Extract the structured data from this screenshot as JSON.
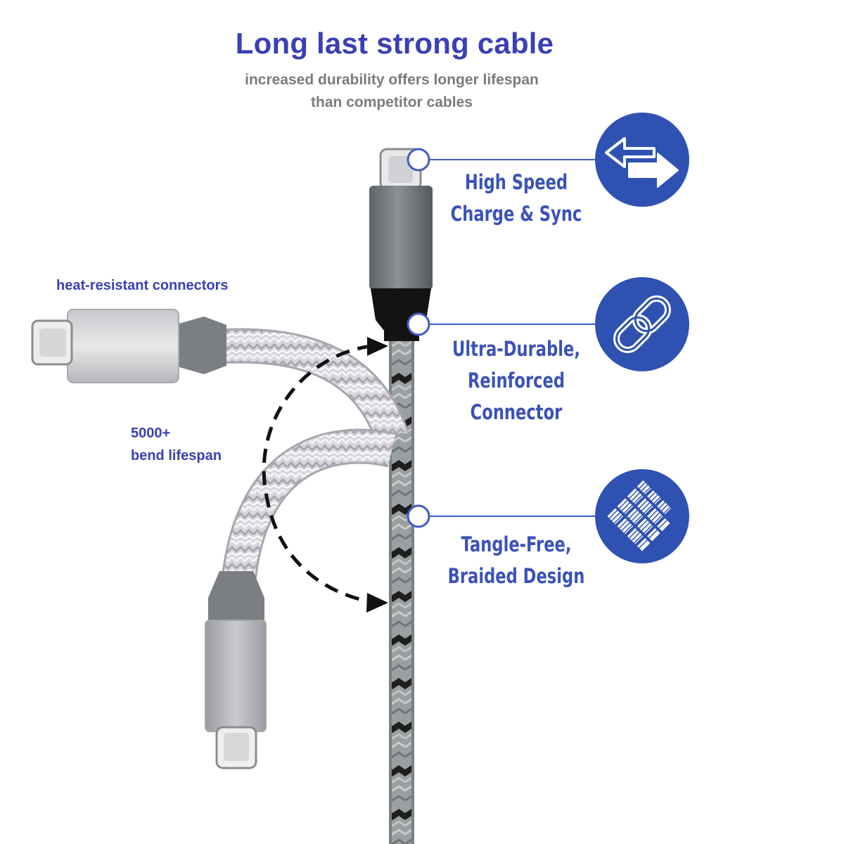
{
  "header": {
    "title": "Long last strong cable",
    "subtitle_line1": "increased durability offers longer lifespan",
    "subtitle_line2": "than competitor cables"
  },
  "labels": {
    "connectors": "heat-resistant connectors",
    "bend_line1": "5000+",
    "bend_line2": "bend lifespan"
  },
  "features": [
    {
      "line1": "High Speed",
      "line2": "Charge & Sync",
      "icon": "double-arrow-icon"
    },
    {
      "line1": "Ultra-Durable,",
      "line2": "Reinforced",
      "line3": "Connector",
      "icon": "chain-link-icon"
    },
    {
      "line1": "Tangle-Free,",
      "line2": "Braided Design",
      "icon": "braid-mesh-icon"
    }
  ],
  "colors": {
    "title_blue": "#3a3fb4",
    "subtitle_gray": "#7b7b7b",
    "feature_blue": "#3a52b8",
    "icon_circle": "#2f52b2",
    "callout_line": "#3f5cc2"
  }
}
